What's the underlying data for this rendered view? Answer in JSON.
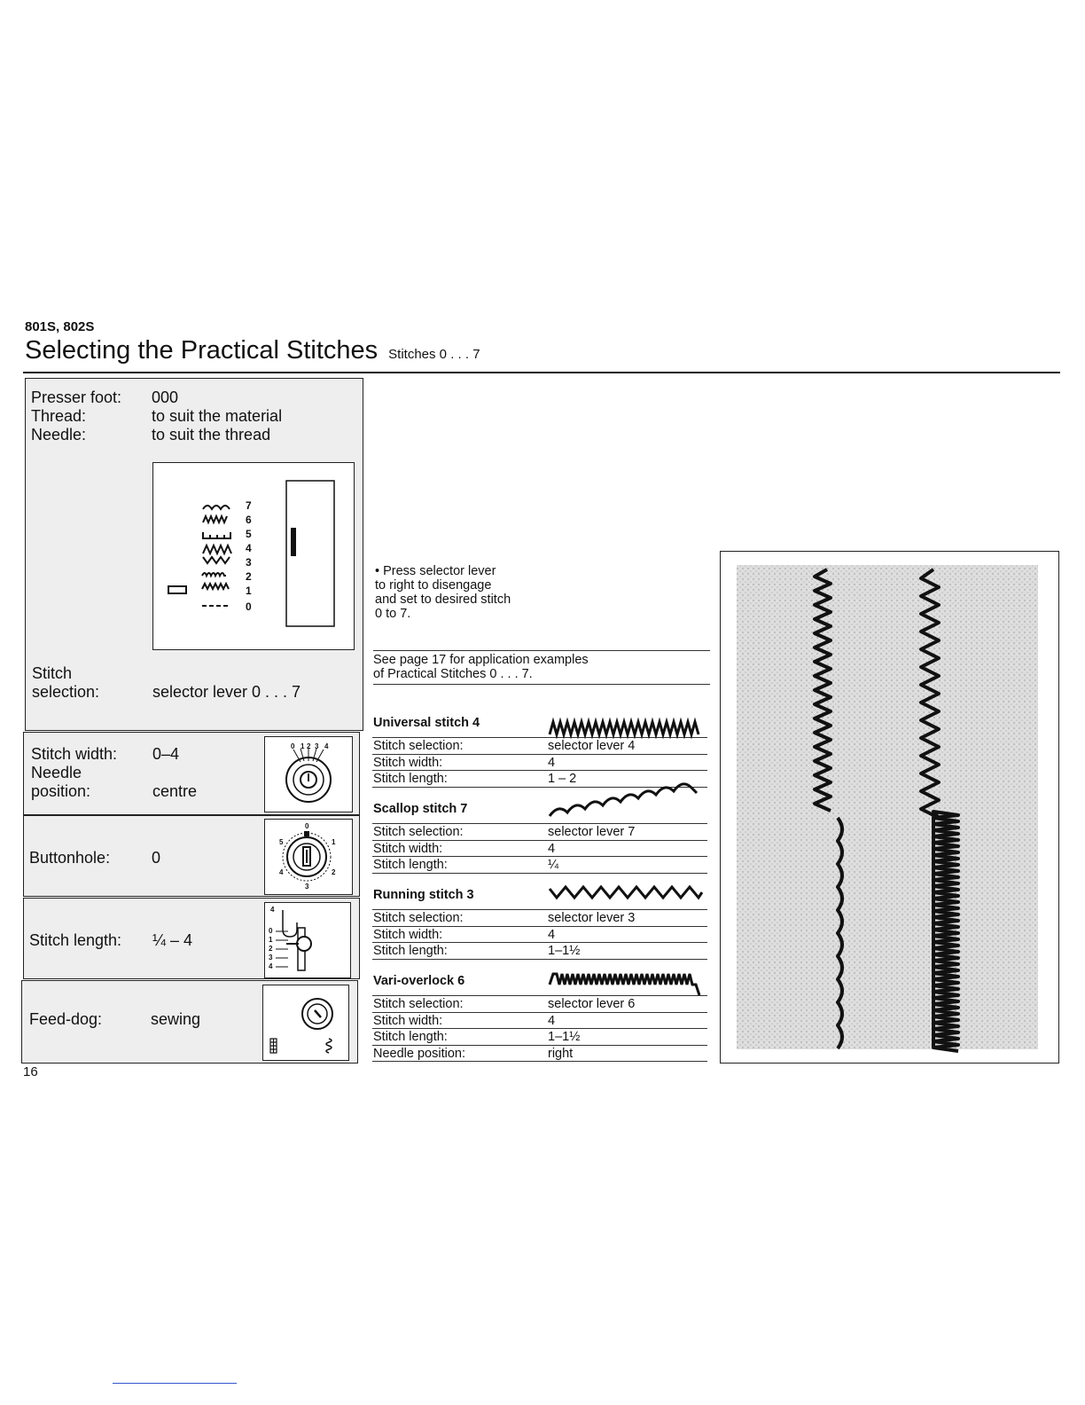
{
  "header": {
    "models": "801S, 802S",
    "title": "Selecting the Practical Stitches",
    "subtitle": "Stitches 0 . . . 7"
  },
  "settings": {
    "presser_foot_label": "Presser foot:",
    "presser_foot_value": "000",
    "thread_label": "Thread:",
    "thread_value": "to suit the material",
    "needle_label": "Needle:",
    "needle_value": "to suit the thread",
    "stitch_selection_label_1": "Stitch",
    "stitch_selection_label_2": "selection:",
    "stitch_selection_value": "selector lever 0 . . . 7",
    "selector_numbers": [
      "7",
      "6",
      "5",
      "4",
      "3",
      "2",
      "1",
      "0"
    ],
    "stitch_width_label": "Stitch width:",
    "stitch_width_value": "0–4",
    "needle_position_label_1": "Needle",
    "needle_position_label_2": "position:",
    "needle_position_value": "centre",
    "width_dial_numbers": [
      "0",
      "1",
      "2",
      "3",
      "4"
    ],
    "buttonhole_label": "Buttonhole:",
    "buttonhole_value": "0",
    "buttonhole_dial_numbers": [
      "0",
      "1",
      "2",
      "3",
      "4",
      "5"
    ],
    "stitch_length_label": "Stitch length:",
    "stitch_length_value": "¼ – 4",
    "length_scale_numbers": [
      "4",
      "0",
      "1",
      "2",
      "3",
      "4"
    ],
    "feed_dog_label": "Feed-dog:",
    "feed_dog_value": "sewing"
  },
  "instructions": {
    "line1": "• Press selector lever",
    "line2": "to right to disengage",
    "line3": "and set to desired stitch",
    "line4": "0 to 7.",
    "ref1": "See page 17 for application examples",
    "ref2": "of Practical Stitches 0 . . . 7."
  },
  "stitches": [
    {
      "name": "Universal stitch 4",
      "rows": [
        {
          "label": "Stitch selection:",
          "value": "selector lever 4"
        },
        {
          "label": "Stitch width:",
          "value": "4"
        },
        {
          "label": "Stitch length:",
          "value": "1 – 2"
        }
      ]
    },
    {
      "name": "Scallop stitch 7",
      "rows": [
        {
          "label": "Stitch selection:",
          "value": "selector lever 7"
        },
        {
          "label": "Stitch width:",
          "value": "4"
        },
        {
          "label": "Stitch length:",
          "value": "¼"
        }
      ]
    },
    {
      "name": "Running stitch 3",
      "rows": [
        {
          "label": "Stitch selection:",
          "value": "selector lever 3"
        },
        {
          "label": "Stitch width:",
          "value": "4"
        },
        {
          "label": "Stitch length:",
          "value": "1–1½"
        }
      ]
    },
    {
      "name": "Vari-overlock 6",
      "rows": [
        {
          "label": "Stitch selection:",
          "value": "selector lever 6"
        },
        {
          "label": "Stitch width:",
          "value": "4"
        },
        {
          "label": "Stitch length:",
          "value": "1–1½"
        },
        {
          "label": "Needle position:",
          "value": "right"
        }
      ]
    }
  ],
  "page_number": "16",
  "colors": {
    "panel_bg": "#eeeeee",
    "ink": "#111111",
    "fabric": "#d8d8d8",
    "link": "#3355cc"
  }
}
